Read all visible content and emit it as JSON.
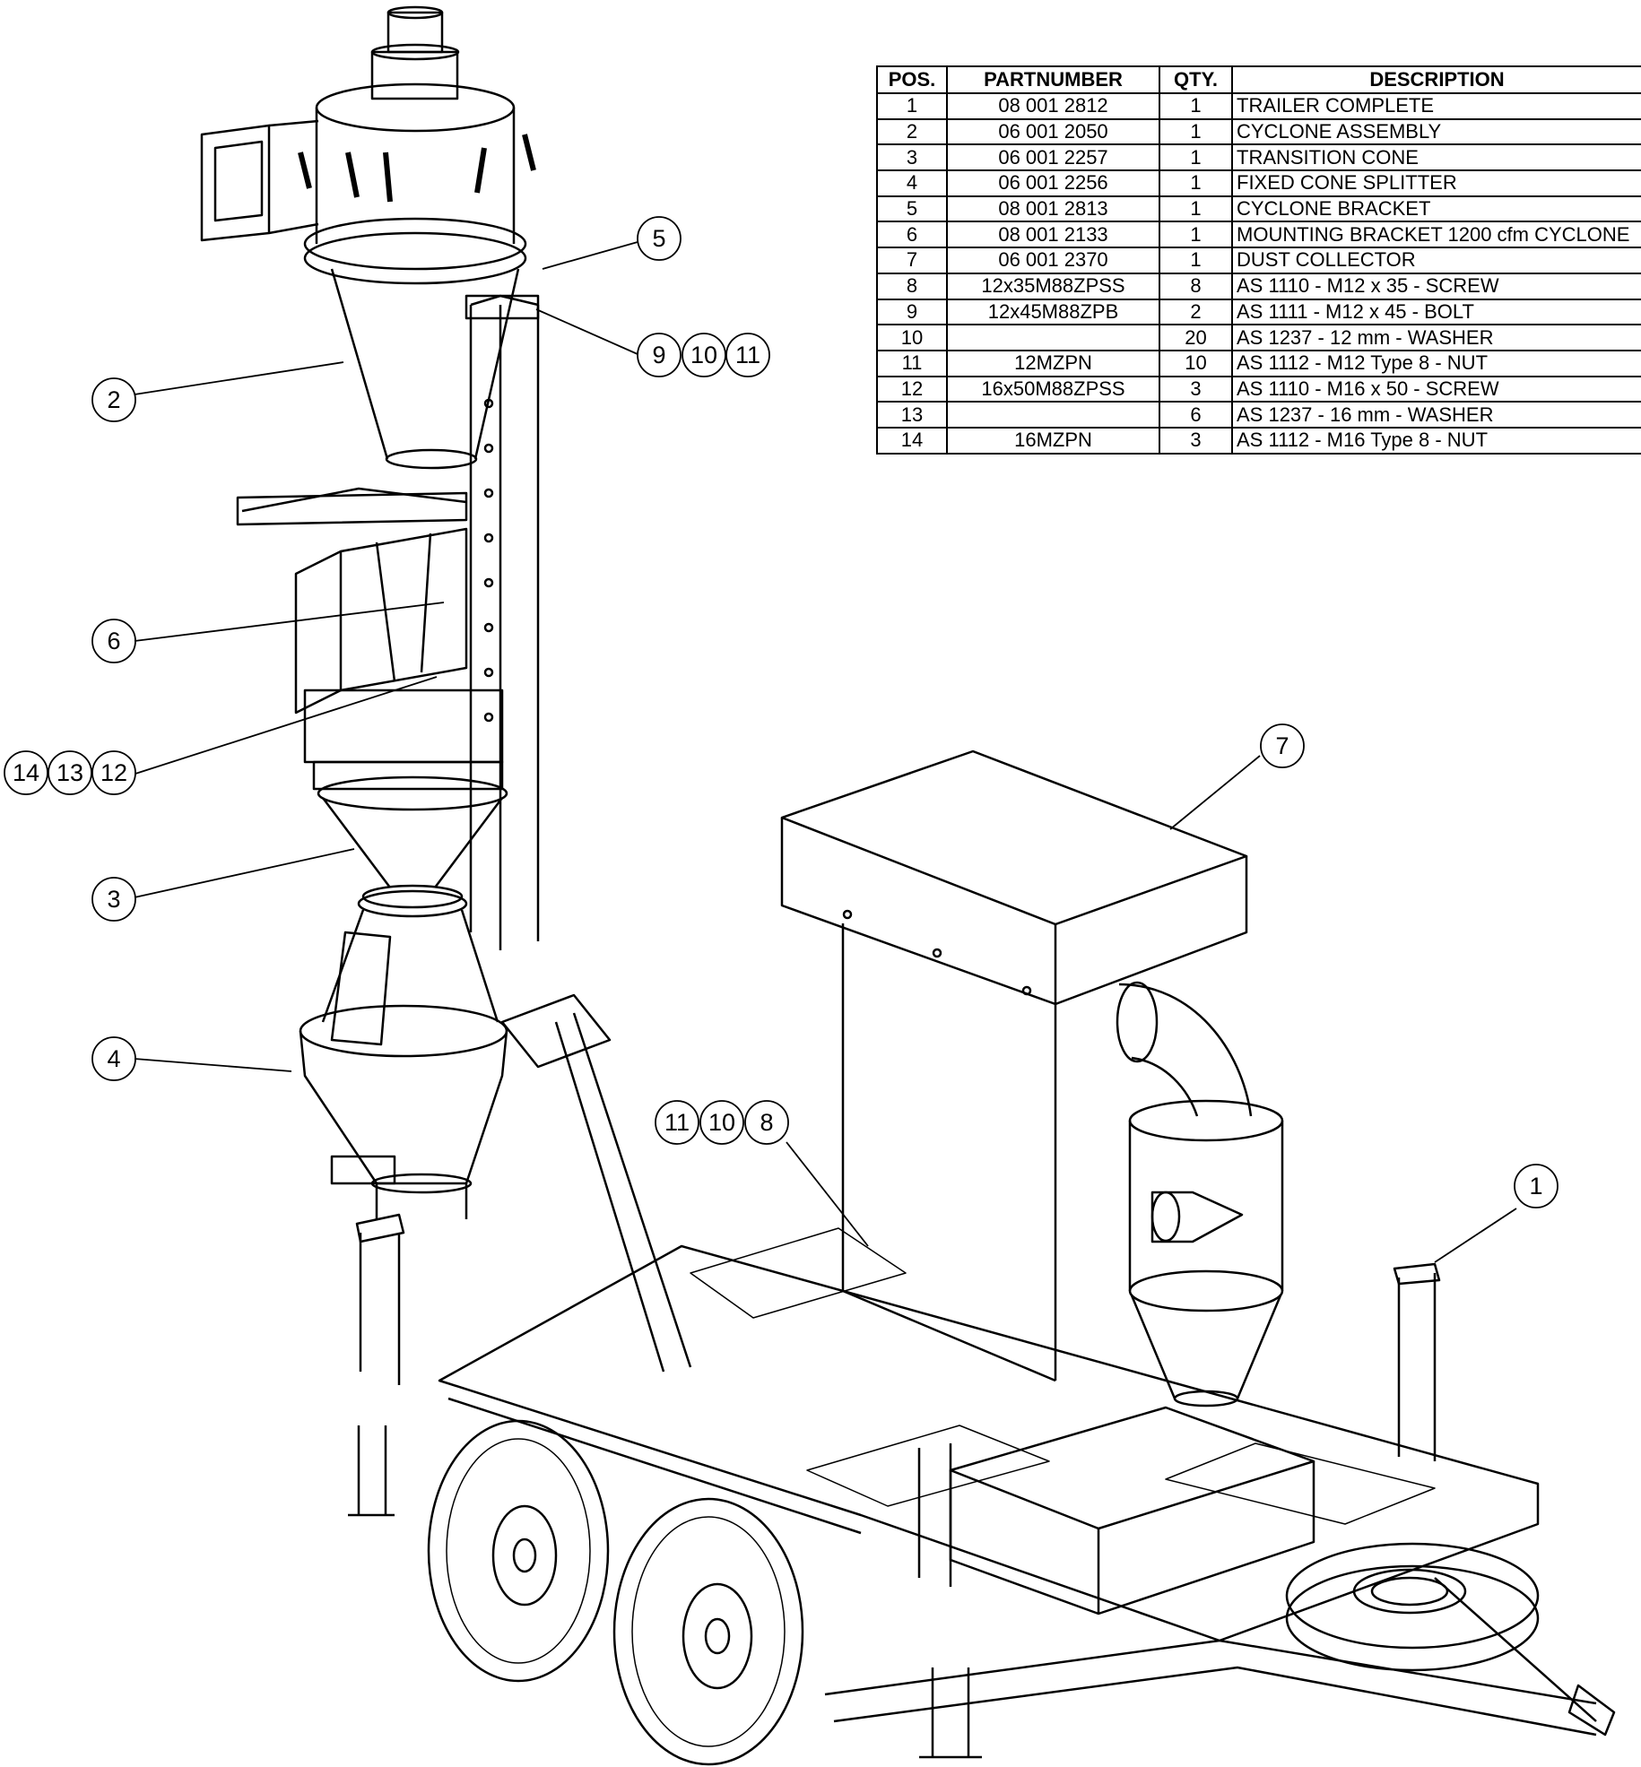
{
  "table": {
    "headers": [
      "POS.",
      "PARTNUMBER",
      "QTY.",
      "DESCRIPTION"
    ],
    "rows": [
      [
        "1",
        "08 001 2812",
        "1",
        "TRAILER COMPLETE"
      ],
      [
        "2",
        "06 001 2050",
        "1",
        "CYCLONE ASSEMBLY"
      ],
      [
        "3",
        "06 001 2257",
        "1",
        "TRANSITION CONE"
      ],
      [
        "4",
        "06 001 2256",
        "1",
        "FIXED CONE SPLITTER"
      ],
      [
        "5",
        "08 001 2813",
        "1",
        "CYCLONE BRACKET"
      ],
      [
        "6",
        "08 001 2133",
        "1",
        "MOUNTING BRACKET 1200 cfm CYCLONE"
      ],
      [
        "7",
        "06 001 2370",
        "1",
        "DUST COLLECTOR"
      ],
      [
        "8",
        "12x35M88ZPSS",
        "8",
        "AS 1110 - M12 x 35 - SCREW"
      ],
      [
        "9",
        "12x45M88ZPB",
        "2",
        "AS 1111 - M12 x 45 - BOLT"
      ],
      [
        "10",
        "",
        "20",
        "AS 1237 - 12 mm - WASHER"
      ],
      [
        "11",
        "12MZPN",
        "10",
        "AS 1112 - M12  Type 8 - NUT"
      ],
      [
        "12",
        "16x50M88ZPSS",
        "3",
        "AS 1110 - M16 x 50 - SCREW"
      ],
      [
        "13",
        "",
        "6",
        "AS 1237 - 16 mm - WASHER"
      ],
      [
        "14",
        "16MZPN",
        "3",
        "AS 1112 - M16  Type 8 - NUT"
      ]
    ]
  },
  "balloons": {
    "b1": "1",
    "b2": "2",
    "b3": "3",
    "b4": "4",
    "b5": "5",
    "b6": "6",
    "b7": "7",
    "b8": "8",
    "b9": "9",
    "b10a": "10",
    "b11a": "11",
    "b10b": "10",
    "b11b": "11",
    "b12": "12",
    "b13": "13",
    "b14": "14"
  },
  "colors": {
    "ink": "#000000",
    "paper": "#ffffff"
  }
}
